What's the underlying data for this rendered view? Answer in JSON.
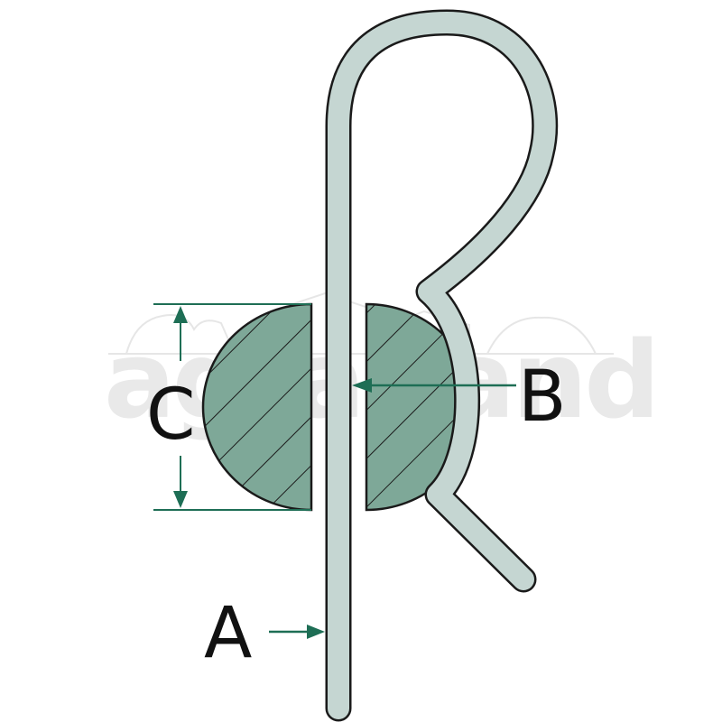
{
  "labels": {
    "a": "A",
    "b": "B",
    "c": "C"
  },
  "watermark": {
    "text": "agrarland"
  },
  "colors": {
    "wire_fill": "#c5d6d2",
    "wire_outline": "#1a1a1a",
    "pin_fill": "#7ea898",
    "dimension_arrow": "#1e6e55",
    "label": "#111111",
    "watermark": "#e9e9e9"
  }
}
